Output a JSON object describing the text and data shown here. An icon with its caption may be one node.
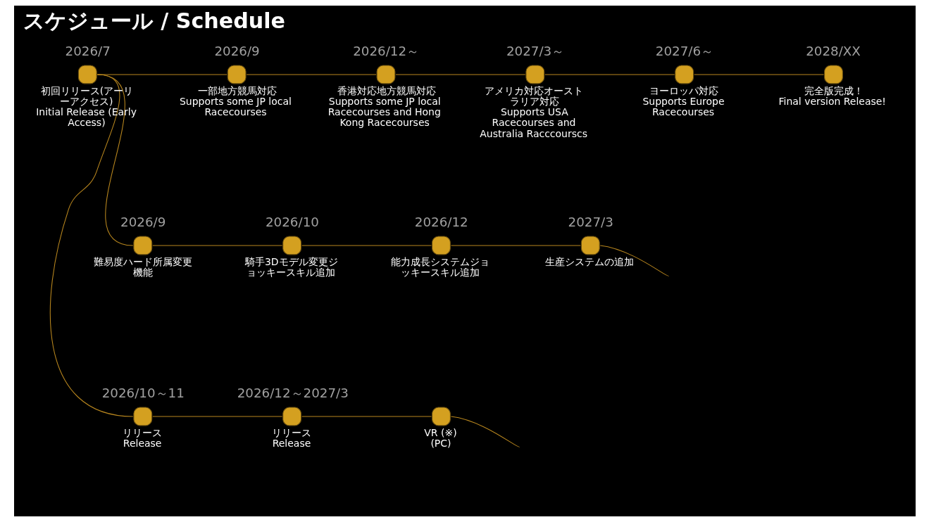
{
  "diagram": {
    "title": "スケジュール / Schedule",
    "nodes": [
      {
        "text": [],
        "shape": "circle",
        "beside": [
          "2026/7",
          "初回リリース(アーリーアクセス)",
          "Initial Release (Early Access)"
        ]
      },
      {
        "text": [],
        "shape": "circle",
        "beside": [
          "2026/9",
          "一部地方競馬対応",
          "Supports some JP local Racecourses"
        ]
      },
      {
        "text": [],
        "shape": "circle",
        "beside": [
          "2026/12～",
          "香港対応地方競馬対応",
          "Supports some JP local Racecourses and Hong Kong Racecourses"
        ]
      },
      {
        "text": [],
        "shape": "circle",
        "beside": [
          "2027/3～",
          "アメリカ対応オーストラリア対応",
          "Supports USA Racecourses and Australia Racccourscs"
        ]
      },
      {
        "text": [],
        "shape": "circle",
        "beside": [
          "2027/6～",
          "ヨーロッパ対応",
          "Supports Europe Racecourses"
        ]
      },
      {
        "text": [],
        "shape": "circle",
        "beside": [
          "2028/XX",
          "完全版完成！",
          "Final version Release!"
        ]
      },
      {
        "text": [],
        "shape": "circle",
        "beside": [
          "2026/9",
          "難易度ハード所属変更機能"
        ]
      },
      {
        "text": [],
        "shape": "circle",
        "beside": [
          "2026/10",
          "騎手3Dモデル変更ジョッキースキル追加"
        ]
      },
      {
        "text": [],
        "shape": "circle",
        "beside": [
          "2026/12",
          "能力成長システムジョッキースキル追加"
        ]
      },
      {
        "text": [],
        "shape": "circle",
        "beside": [
          "2027/3",
          "生産システムの追加"
        ]
      },
      {
        "text": [],
        "shape": "circle",
        "beside": [
          "2026/10～11",
          "リリース",
          "Release"
        ]
      },
      {
        "text": [],
        "shape": "circle",
        "beside": [
          "2026/12～2027/3",
          "リリース",
          "Release"
        ]
      },
      {
        "text": [],
        "shape": "circle",
        "beside": [
          "VR (※)",
          "(PC)"
        ]
      }
    ],
    "edges": [
      {
        "from": 0,
        "to": 1,
        "arrow": "none"
      },
      {
        "from": 1,
        "to": 2,
        "arrow": "none"
      },
      {
        "from": 2,
        "to": 3,
        "arrow": "none"
      },
      {
        "from": 3,
        "to": 4,
        "arrow": "none"
      },
      {
        "from": 4,
        "to": 5,
        "arrow": "none"
      },
      {
        "from": 0,
        "to": 6,
        "arrow": "none"
      },
      {
        "from": 6,
        "to": 7,
        "arrow": "none"
      },
      {
        "from": 7,
        "to": 8,
        "arrow": "none"
      },
      {
        "from": 8,
        "to": 9,
        "arrow": "none"
      },
      {
        "from": 9,
        "to": null,
        "arrow": "none"
      },
      {
        "from": 0,
        "to": 10,
        "arrow": "none"
      },
      {
        "from": 10,
        "to": 11,
        "arrow": "none"
      },
      {
        "from": 11,
        "to": 12,
        "arrow": "none"
      },
      {
        "from": 12,
        "to": null,
        "arrow": "none"
      }
    ]
  }
}
